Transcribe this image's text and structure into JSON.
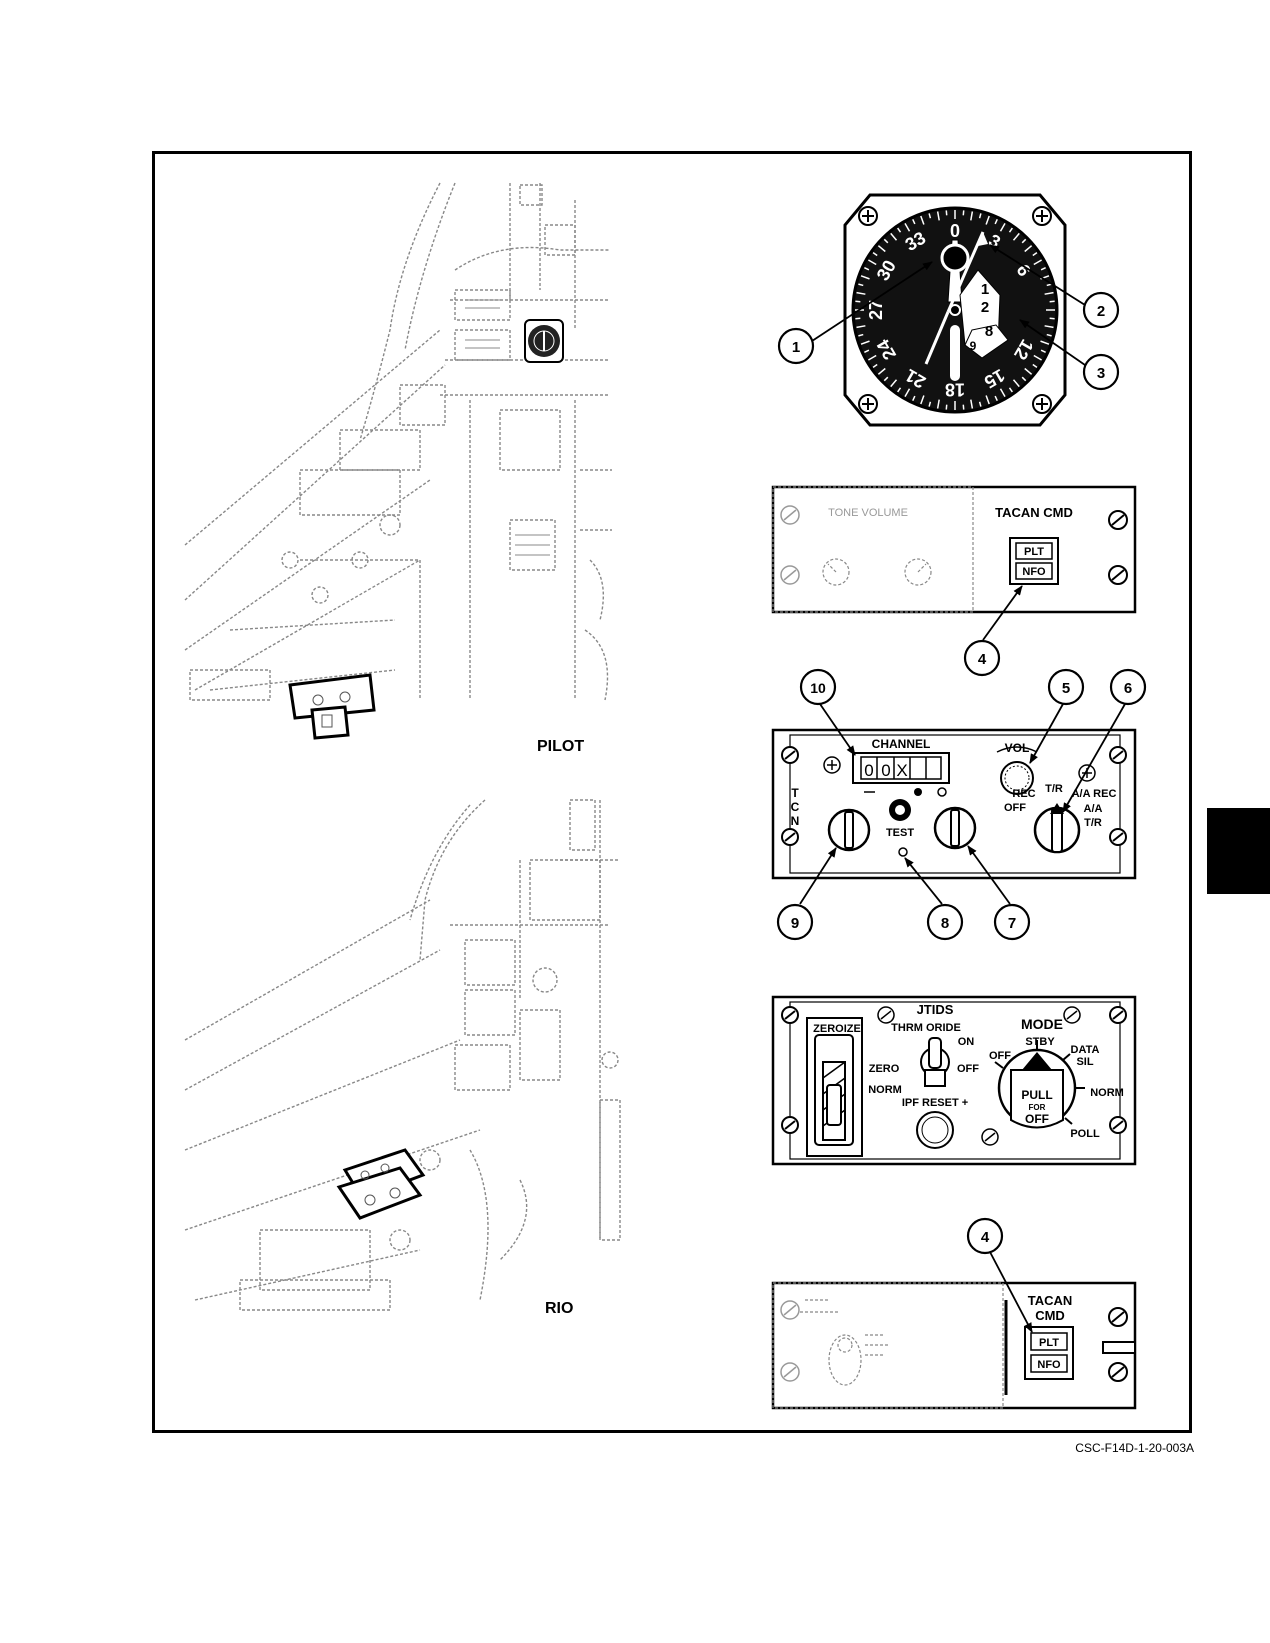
{
  "cockpit_labels": {
    "pilot": "PILOT",
    "rio": "RIO"
  },
  "callouts": [
    "1",
    "2",
    "3",
    "4",
    "5",
    "6",
    "7",
    "8",
    "9",
    "10"
  ],
  "bdhi": {
    "outer_scale": [
      "0",
      "3",
      "6",
      "12",
      "15",
      "18",
      "21",
      "24",
      "27",
      "30",
      "33"
    ],
    "inner_digits": [
      "1",
      "2",
      "8",
      "9"
    ]
  },
  "pilot_panel": {
    "title": "TACAN CMD",
    "buttons": [
      "PLT",
      "NFO"
    ],
    "faint_title": "TONE VOLUME"
  },
  "tacan_panel": {
    "side_label": [
      "T",
      "C",
      "N"
    ],
    "channel_label": "CHANNEL",
    "channel_digits": [
      "0",
      "0",
      "X"
    ],
    "vol_label": "VOL",
    "test_label": "TEST",
    "mode_labels": [
      "REC",
      "T/R",
      "A/A REC",
      "OFF",
      "A/A",
      "T/R"
    ]
  },
  "jtids_panel": {
    "title": "JTIDS",
    "zeroize": "ZEROIZE",
    "thrm_oride": "THRM ORIDE",
    "on": "ON",
    "off_toggle": "OFF",
    "zero": "ZERO",
    "norm_left": "NORM",
    "ipf_reset": "IPF RESET +",
    "mode_title": "MODE",
    "stby": "STBY",
    "off_mode": "OFF",
    "data_sil": [
      "DATA",
      "SIL"
    ],
    "norm_mode": "NORM",
    "poll": "POLL",
    "pull_for_off": [
      "PULL",
      "FOR",
      "OFF"
    ]
  },
  "rio_panel": {
    "title_lines": [
      "TACAN",
      "CMD"
    ],
    "buttons": [
      "PLT",
      "NFO"
    ]
  },
  "figure_id": "CSC-F14D-1-20-003A"
}
